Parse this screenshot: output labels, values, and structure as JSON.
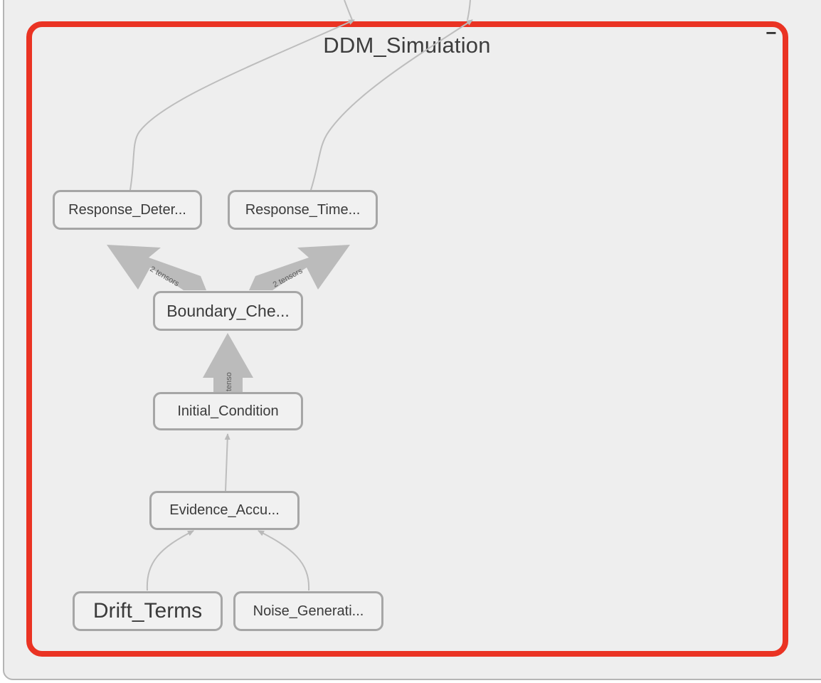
{
  "group": {
    "title": "DDM_Simulation",
    "collapse_symbol": "−"
  },
  "nodes": {
    "response_deter": "Response_Deter...",
    "response_time": "Response_Time...",
    "boundary_che": "Boundary_Che...",
    "initial_condition": "Initial_Condition",
    "evidence_accu": "Evidence_Accu...",
    "drift_terms": "Drift_Terms",
    "noise_generati": "Noise_Generati..."
  },
  "edges": {
    "left_label": "2 tensors",
    "right_label": "2 tensors",
    "vertical_label": "tenso"
  },
  "colors": {
    "group_border": "#ea3323",
    "node_border": "#a6a6a6",
    "edge": "#bdbdbd",
    "thick_edge": "#bbbbbb"
  }
}
